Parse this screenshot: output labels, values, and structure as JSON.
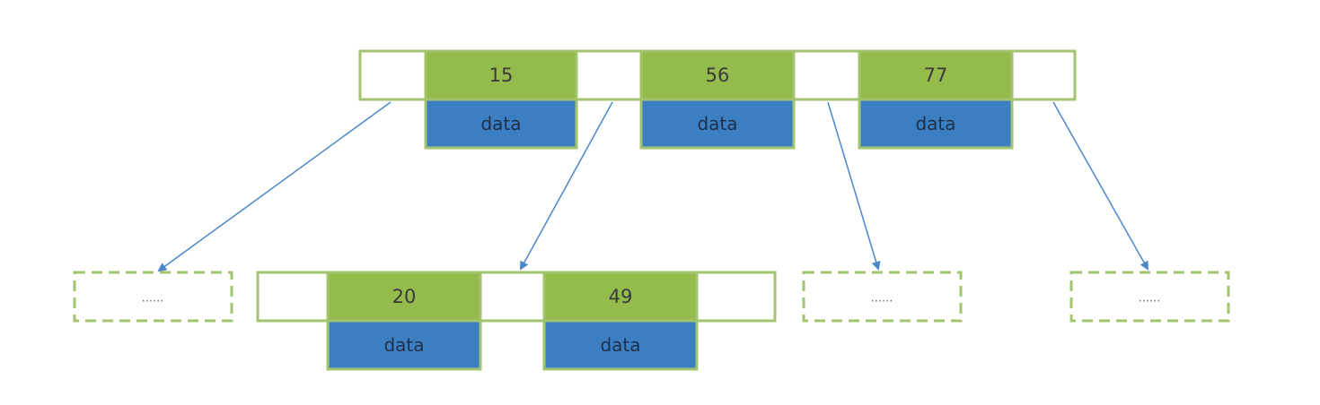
{
  "colors": {
    "key_fill": "#94bc4c",
    "data_fill": "#3b7fc2",
    "border": "#a3c46f",
    "arrow": "#4a88c9"
  },
  "root": {
    "keys": [
      "15",
      "56",
      "77"
    ],
    "data": [
      "data",
      "data",
      "data"
    ]
  },
  "child": {
    "keys": [
      "20",
      "49"
    ],
    "data": [
      "data",
      "data"
    ]
  },
  "placeholders": {
    "left": "......",
    "middle": "......",
    "right": "......"
  }
}
